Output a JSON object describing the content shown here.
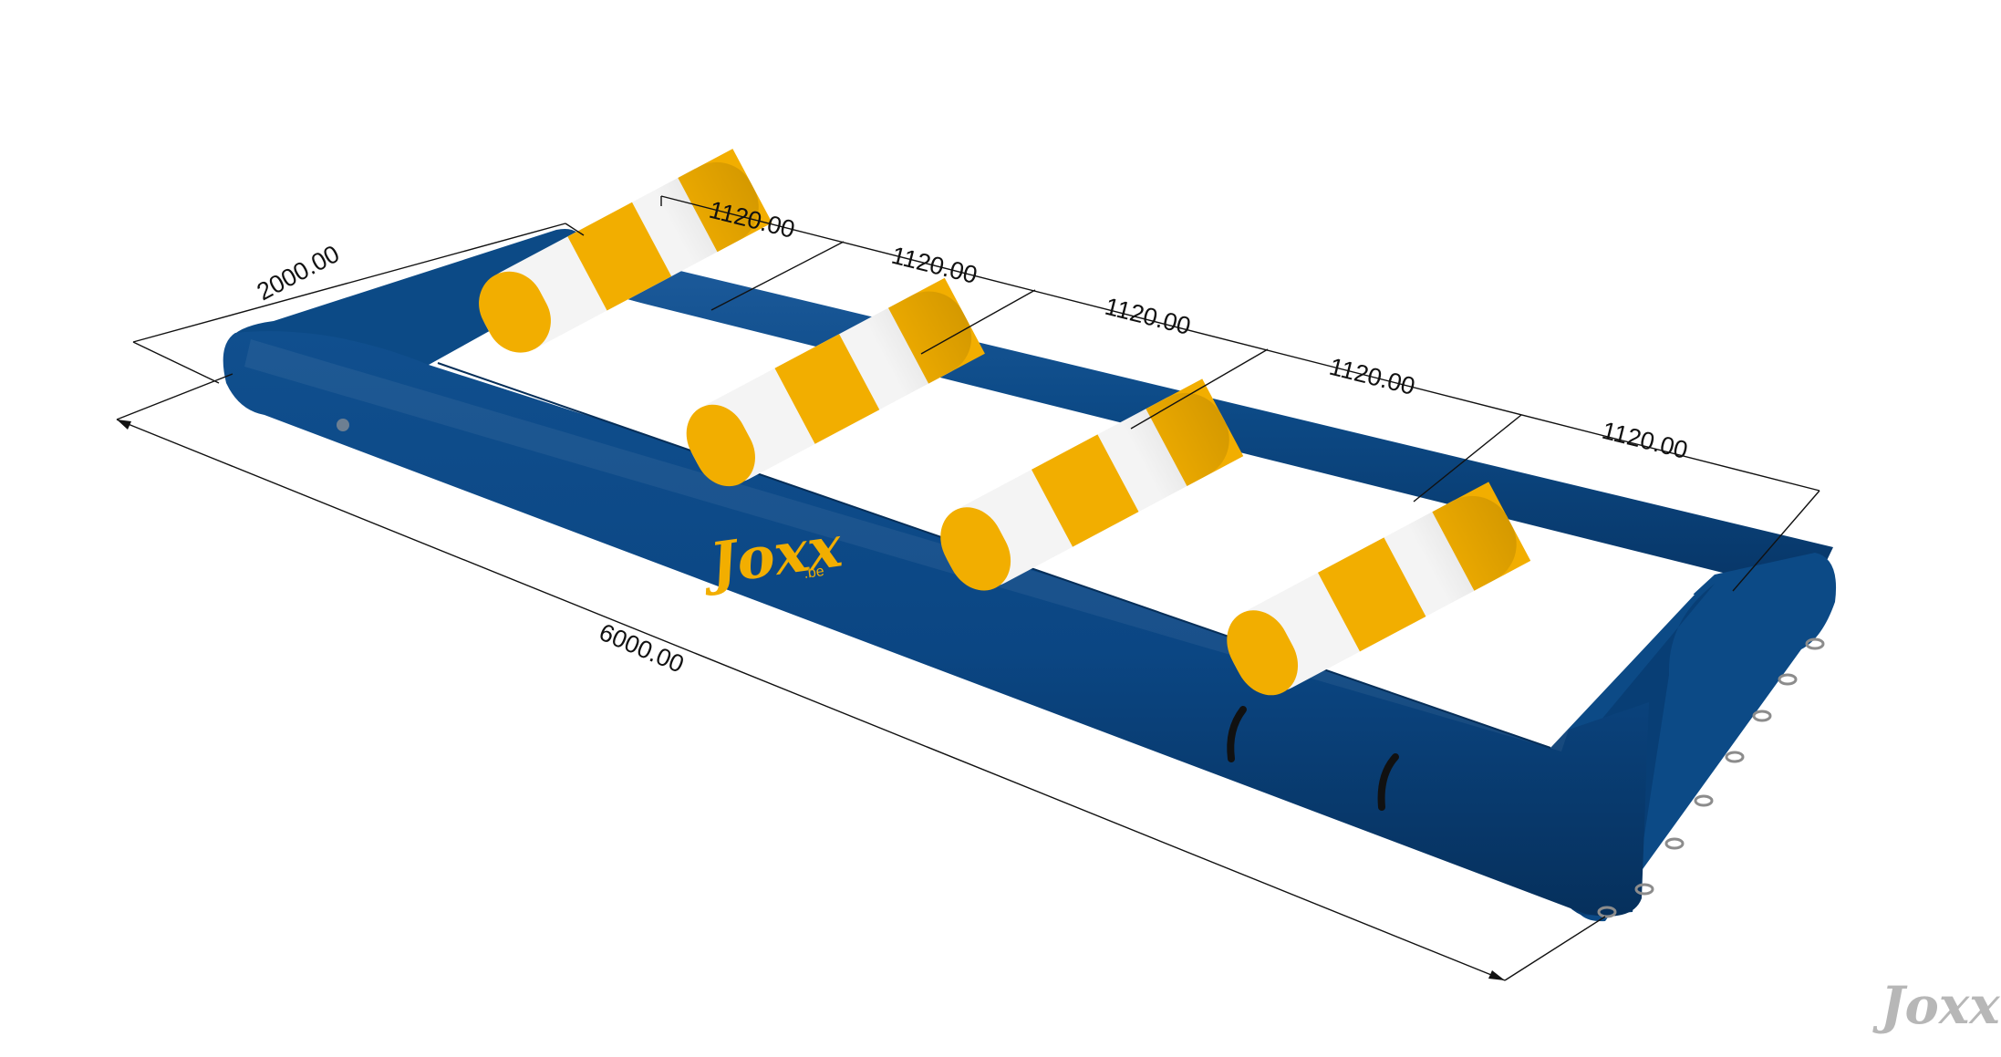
{
  "dimensions": {
    "segment_1": "1120.00",
    "segment_2": "1120.00",
    "segment_3": "1120.00",
    "segment_4": "1120.00",
    "segment_5": "1120.00",
    "width": "2000.00",
    "length": "6000.00"
  },
  "branding": {
    "product_logo": "Joxx",
    "product_logo_suffix": ".be",
    "watermark": "Joxx"
  },
  "colors": {
    "frame_blue": "#0c4a86",
    "frame_blue_dark": "#073768",
    "roller_yellow": "#f2ae00",
    "roller_white": "#f4f4f4",
    "watermark_gray": "#b7b7b7",
    "dimension_line": "#111111"
  },
  "icons": {
    "attachment_ring": "d-ring-icon",
    "carry_handle": "handle-icon"
  }
}
